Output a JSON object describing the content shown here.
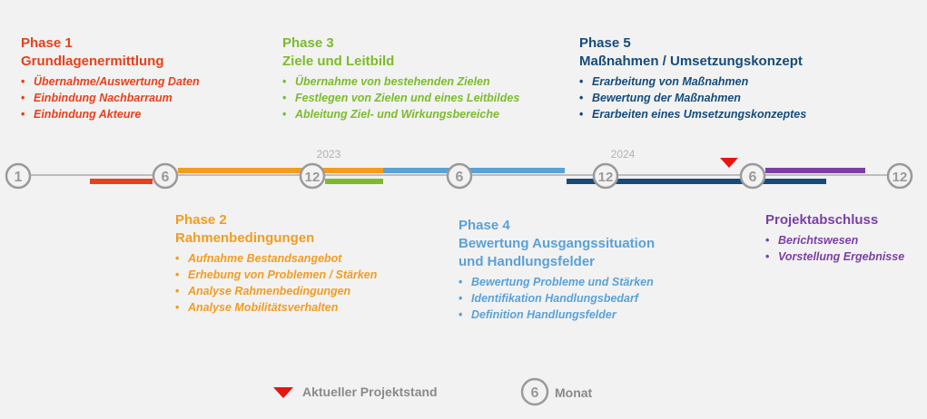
{
  "phases": [
    {
      "id": "p1",
      "color": "#e8401c",
      "title_lines": [
        "Phase 1",
        "Grundlagenermittlung"
      ],
      "items": [
        "Übernahme/Auswertung Daten",
        "Einbindung Nachbarraum",
        "Einbindung Akteure"
      ]
    },
    {
      "id": "p2",
      "color": "#f39c1f",
      "title_lines": [
        "Phase 2",
        "Rahmenbedingungen"
      ],
      "items": [
        "Aufnahme Bestandsangebot",
        "Erhebung von Problemen / Stärken",
        "Analyse Rahmenbedingungen",
        "Analyse Mobilitätsverhalten"
      ]
    },
    {
      "id": "p3",
      "color": "#7cbb2c",
      "title_lines": [
        "Phase 3",
        "Ziele und Leitbild"
      ],
      "items": [
        "Übernahme von bestehenden Zielen",
        "Festlegen von Zielen und eines Leitbildes",
        "Ableitung Ziel- und Wirkungsbereiche"
      ]
    },
    {
      "id": "p4",
      "color": "#5aa1d8",
      "title_lines": [
        "Phase 4",
        "Bewertung Ausgangssituation",
        "und Handlungsfelder"
      ],
      "items": [
        "Bewertung Probleme und Stärken",
        "Identifikation Handlungsbedarf",
        "Definition Handlungsfelder"
      ]
    },
    {
      "id": "p5",
      "color": "#164b7b",
      "title_lines": [
        "Phase 5",
        "Maßnahmen / Umsetzungskonzept"
      ],
      "items": [
        "Erarbeitung von Maßnahmen",
        "Bewertung der Maßnahmen",
        "Erarbeiten eines Umsetzungskonzeptes"
      ]
    },
    {
      "id": "p6",
      "color": "#7b3fa6",
      "title_lines": [
        "Projektabschluss"
      ],
      "items": [
        "Berichtswesen",
        "Vorstellung Ergebnisse"
      ]
    }
  ],
  "timeline": {
    "months": [
      "1",
      "6",
      "12",
      "6",
      "12",
      "6",
      "12"
    ],
    "years": [
      "2023",
      "2024"
    ],
    "current_marker_color": "#e8140e",
    "line_color": "#bdbdbd",
    "circle_color": "#9a9a9a"
  },
  "legend": {
    "current_label": "Aktueller Projektstand",
    "month_sample": "6",
    "month_label": "Monat"
  }
}
